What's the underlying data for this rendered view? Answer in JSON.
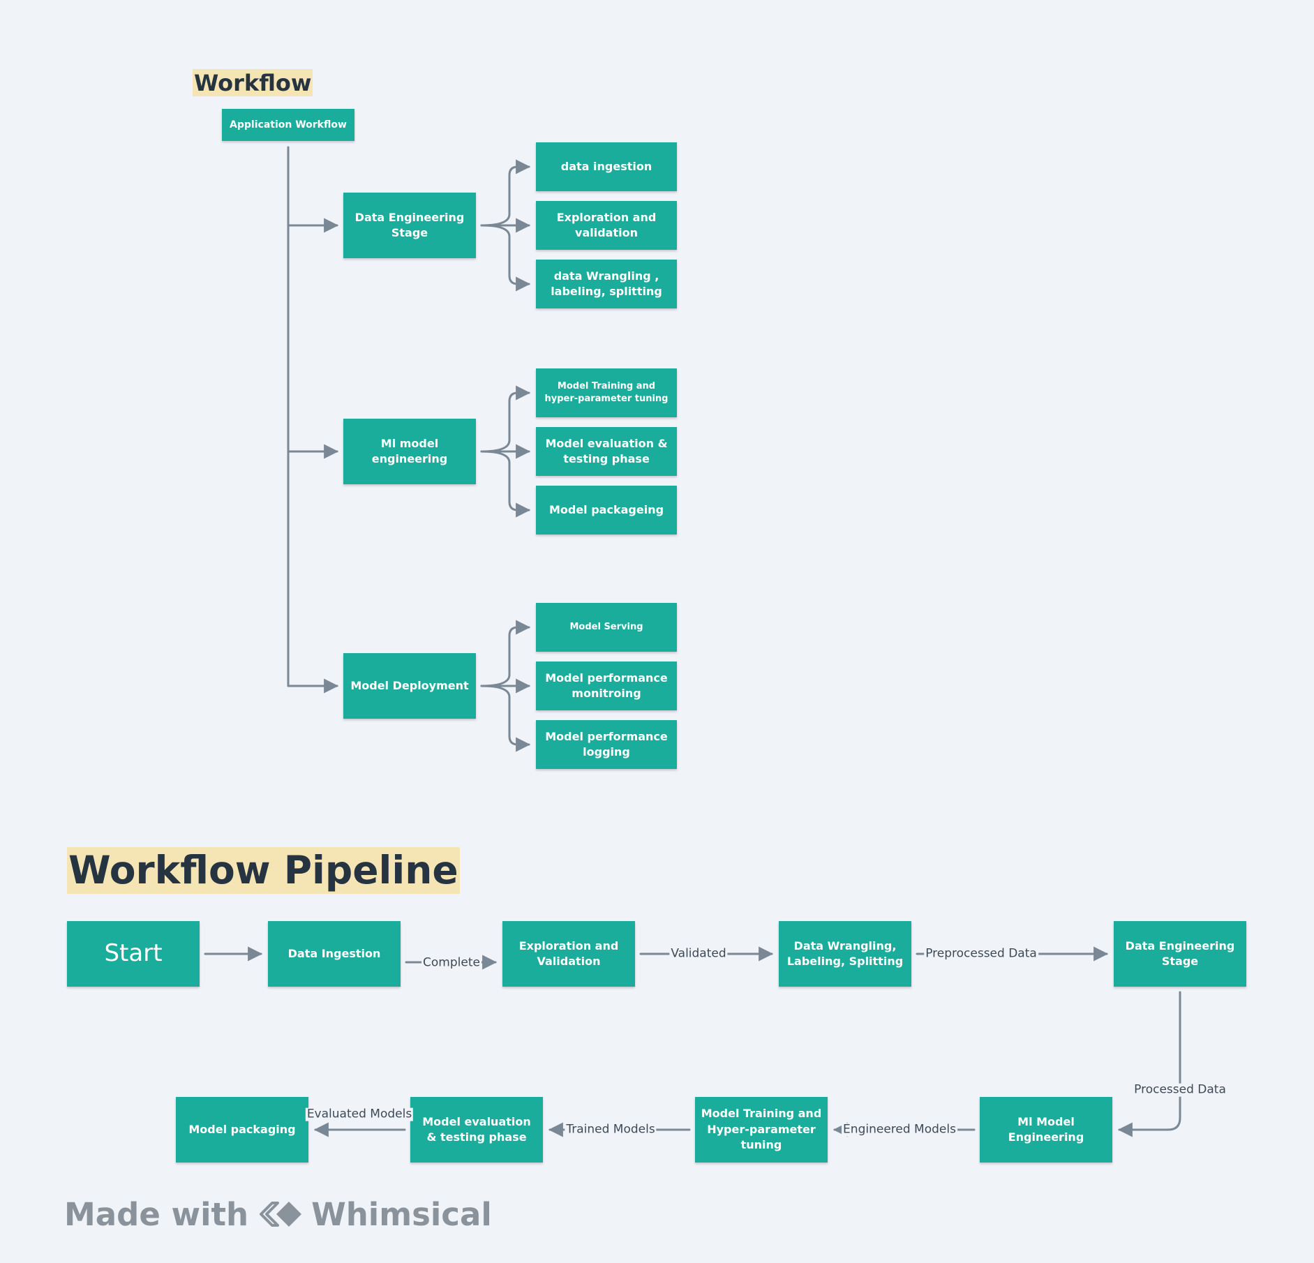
{
  "workflow": {
    "title": "Workflow",
    "root": "Application Workflow",
    "stages": [
      {
        "label": "Data Engineering Stage",
        "children": [
          "data ingestion",
          "Exploration and validation",
          "data Wrangling , labeling, splitting"
        ]
      },
      {
        "label": "Ml model engineering",
        "children": [
          "Model Training and hyper-parameter tuning",
          "Model evaluation & testing phase",
          "Model packageing"
        ]
      },
      {
        "label": "Model Deployment",
        "children": [
          "Model Serving",
          "Model performance monitroing",
          "Model performance logging"
        ]
      }
    ]
  },
  "pipeline": {
    "title": "Workflow Pipeline",
    "nodes": {
      "start": "Start",
      "ingestion": "Data Ingestion",
      "exploration": "Exploration and Validation",
      "wrangling": "Data Wrangling, Labeling, Splitting",
      "data_eng": "Data Engineering Stage",
      "ml_eng": "Ml Model Engineering",
      "training": "Model Training and Hyper-parameter tuning",
      "evaluation": "Model evaluation & testing phase",
      "packaging": "Model packaging"
    },
    "edges": [
      {
        "from": "start",
        "to": "ingestion",
        "label": ""
      },
      {
        "from": "ingestion",
        "to": "exploration",
        "label": "Complete"
      },
      {
        "from": "exploration",
        "to": "wrangling",
        "label": "Validated"
      },
      {
        "from": "wrangling",
        "to": "data_eng",
        "label": "Preprocessed Data"
      },
      {
        "from": "data_eng",
        "to": "ml_eng",
        "label": "Processed Data"
      },
      {
        "from": "ml_eng",
        "to": "training",
        "label": "Engineered Models"
      },
      {
        "from": "training",
        "to": "evaluation",
        "label": "Trained Models"
      },
      {
        "from": "evaluation",
        "to": "packaging",
        "label": "Evaluated Models"
      }
    ]
  },
  "watermark": {
    "prefix": "Made with",
    "brand": "Whimsical"
  },
  "colors": {
    "node": "#1aad9c",
    "edge": "#7a8794",
    "highlight": "#f5e5b4",
    "background": "#f0f3f7"
  }
}
